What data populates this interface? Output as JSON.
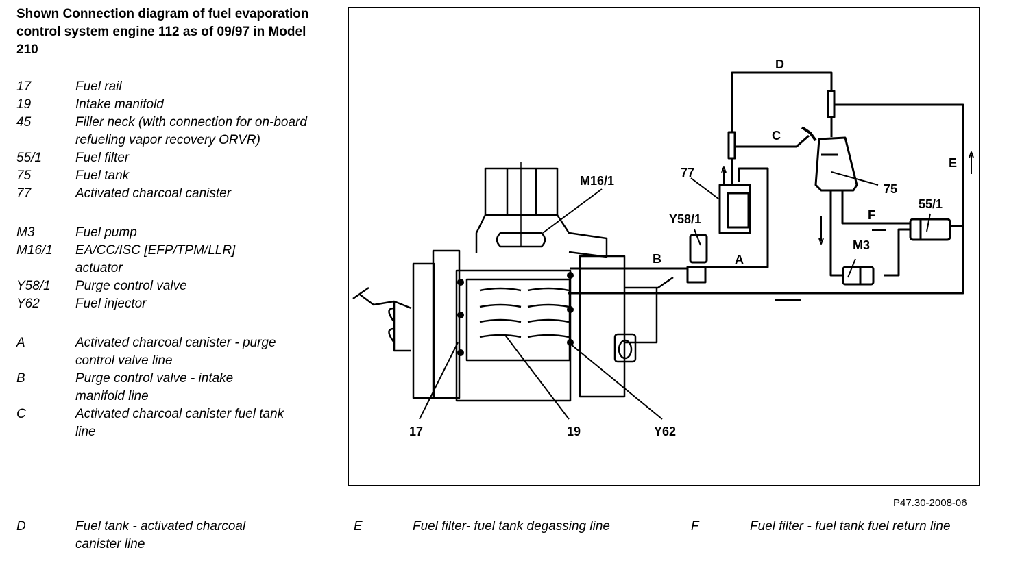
{
  "title": "Shown Connection diagram of fuel evaporation control system engine 112 as of 09/97 in Model 210",
  "components": [
    {
      "code": "17",
      "desc": "Fuel rail"
    },
    {
      "code": "19",
      "desc": "Intake manifold"
    },
    {
      "code": "45",
      "desc": "Filler neck (with connection for on-board refueling vapor recovery ORVR)"
    },
    {
      "code": "55/1",
      "desc": "Fuel filter"
    },
    {
      "code": "75",
      "desc": "Fuel tank"
    },
    {
      "code": "77",
      "desc": "Activated charcoal canister"
    }
  ],
  "actuators": [
    {
      "code": "M3",
      "desc": "Fuel pump"
    },
    {
      "code": "M16/1",
      "desc": "EA/CC/ISC [EFP/TPM/LLR] actuator"
    },
    {
      "code": "Y58/1",
      "desc": "Purge control valve"
    },
    {
      "code": "Y62",
      "desc": "Fuel injector"
    }
  ],
  "lines": [
    {
      "code": "A",
      "desc": "Activated charcoal canister - purge control valve line"
    },
    {
      "code": "B",
      "desc": "Purge control valve - intake manifold line"
    },
    {
      "code": "C",
      "desc": "Activated charcoal canister fuel tank line"
    }
  ],
  "bottom_lines": [
    {
      "code": "D",
      "desc": "Fuel tank - activated charcoal canister line"
    },
    {
      "code": "E",
      "desc": "Fuel filter- fuel tank degassing line"
    },
    {
      "code": "F",
      "desc": "Fuel filter - fuel tank fuel return line"
    }
  ],
  "diagram_labels": {
    "D": "D",
    "C": "C",
    "E": "E",
    "F": "F",
    "A": "A",
    "B": "B",
    "77": "77",
    "75": "75",
    "55_1": "55/1",
    "M3": "M3",
    "Y58_1": "Y58/1",
    "M16_1": "M16/1",
    "17": "17",
    "19": "19",
    "Y62": "Y62"
  },
  "figure_ref": "P47.30-2008-06"
}
